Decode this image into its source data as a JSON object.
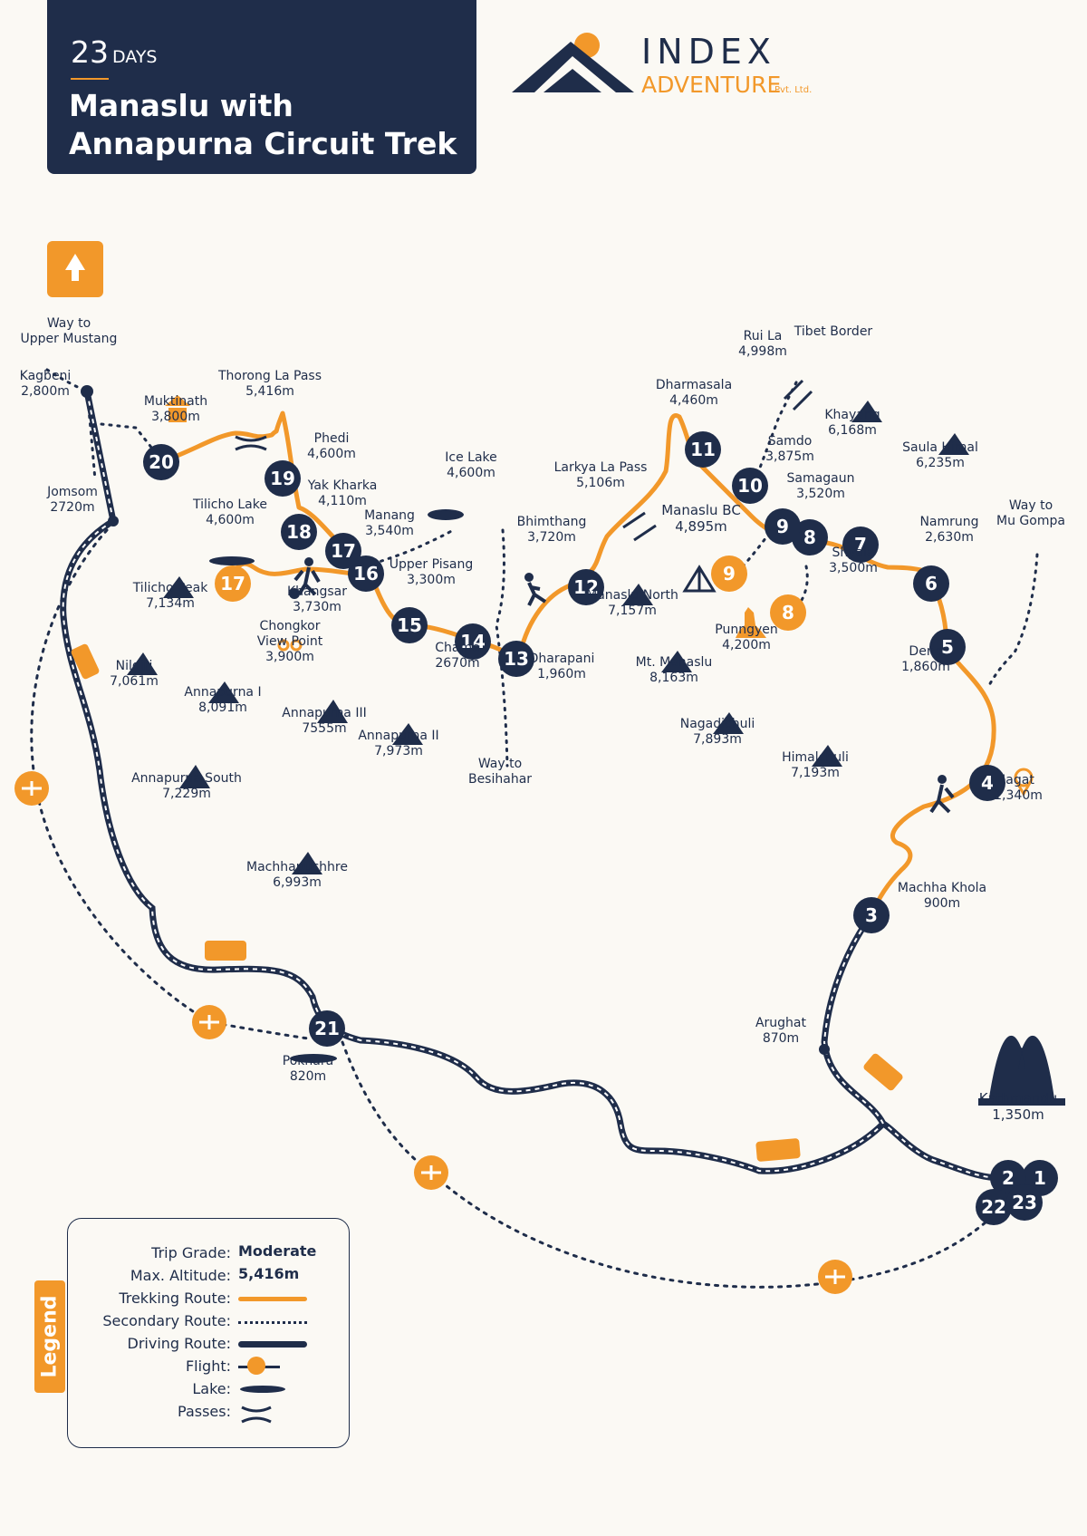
{
  "header": {
    "days_number": "23",
    "days_unit": "DAYS",
    "title_line1": "Manaslu with",
    "title_line2": "Annapurna Circuit Trek"
  },
  "logo": {
    "word1": "INDEX",
    "word2": "ADVENTURE",
    "suffix": "Pvt. Ltd."
  },
  "north_icon": "up-arrow-icon",
  "colors": {
    "navy": "#1f2d4a",
    "orange": "#f2982a",
    "background": "#fbf9f4"
  },
  "stops": [
    "1",
    "2",
    "3",
    "4",
    "5",
    "6",
    "7",
    "8",
    "9",
    "10",
    "11",
    "12",
    "13",
    "14",
    "15",
    "16",
    "17",
    "18",
    "19",
    "20",
    "21",
    "22",
    "23"
  ],
  "places": [
    {
      "id": "upper-mustang",
      "name": "Way to\nUpper Mustang",
      "alt": ""
    },
    {
      "id": "kagbeni",
      "name": "Kagbeni",
      "alt": "2,800m"
    },
    {
      "id": "muktinath",
      "name": "Muktinath",
      "alt": "3,800m"
    },
    {
      "id": "thorong-la",
      "name": "Thorong La Pass",
      "alt": "5,416m"
    },
    {
      "id": "phedi",
      "name": "Phedi",
      "alt": "4,600m"
    },
    {
      "id": "yak-kharka",
      "name": "Yak Kharka",
      "alt": "4,110m"
    },
    {
      "id": "manang",
      "name": "Manang",
      "alt": "3,540m"
    },
    {
      "id": "ice-lake",
      "name": "Ice Lake",
      "alt": "4,600m"
    },
    {
      "id": "jomsom",
      "name": "Jomsom",
      "alt": "2720m"
    },
    {
      "id": "tilicho-lake",
      "name": "Tilicho Lake",
      "alt": "4,600m"
    },
    {
      "id": "tilicho-peak",
      "name": "Tilicho Peak",
      "alt": "7,134m"
    },
    {
      "id": "khangsar",
      "name": "Khangsar",
      "alt": "3,730m"
    },
    {
      "id": "upper-pisang",
      "name": "Upper Pisang",
      "alt": "3,300m"
    },
    {
      "id": "chongkor",
      "name": "Chongkor\nView Point",
      "alt": "3,900m"
    },
    {
      "id": "chame",
      "name": "Chame",
      "alt": "2670m"
    },
    {
      "id": "nilgiri",
      "name": "Nilgiri",
      "alt": "7,061m"
    },
    {
      "id": "annapurna-1",
      "name": "Annapurna I",
      "alt": "8,091m"
    },
    {
      "id": "annapurna-3",
      "name": "Annapurna III",
      "alt": "7555m"
    },
    {
      "id": "annapurna-2",
      "name": "Annapurna II",
      "alt": "7,973m"
    },
    {
      "id": "annapurna-south",
      "name": "Annapurna South",
      "alt": "7,229m"
    },
    {
      "id": "besihahar",
      "name": "Way to\nBesihahar",
      "alt": ""
    },
    {
      "id": "machhapuchhre",
      "name": "Machhapuchhre",
      "alt": "6,993m"
    },
    {
      "id": "pokhara",
      "name": "Pokhara",
      "alt": "820m"
    },
    {
      "id": "tibet",
      "name": "Tibet Border",
      "alt": ""
    },
    {
      "id": "rui-la",
      "name": "Rui La",
      "alt": "4,998m"
    },
    {
      "id": "dharmasala",
      "name": "Dharmasala",
      "alt": "4,460m"
    },
    {
      "id": "khayang",
      "name": "Khayang",
      "alt": "6,168m"
    },
    {
      "id": "saula",
      "name": "Saula Himal",
      "alt": "6,235m"
    },
    {
      "id": "samdo",
      "name": "Samdo",
      "alt": "3,875m"
    },
    {
      "id": "larkya",
      "name": "Larkya La Pass",
      "alt": "5,106m"
    },
    {
      "id": "samagaun",
      "name": "Samagaun",
      "alt": "3,520m"
    },
    {
      "id": "bhimthang",
      "name": "Bhimthang",
      "alt": "3,720m"
    },
    {
      "id": "manaslu-bc",
      "name": "Manaslu BC",
      "alt": "4,895m"
    },
    {
      "id": "namrung",
      "name": "Namrung",
      "alt": "2,630m"
    },
    {
      "id": "mu-gompa",
      "name": "Way to\nMu Gompa",
      "alt": ""
    },
    {
      "id": "shyala",
      "name": "Shyala",
      "alt": "3,500m"
    },
    {
      "id": "manaslu-north",
      "name": "Manaslu North",
      "alt": "7,157m"
    },
    {
      "id": "punngyen",
      "name": "Punngyen",
      "alt": "4,200m"
    },
    {
      "id": "dharapani",
      "name": "Dharapani",
      "alt": "1,960m"
    },
    {
      "id": "mt-manaslu",
      "name": "Mt. Manaslu",
      "alt": "8,163m"
    },
    {
      "id": "deng",
      "name": "Deng",
      "alt": "1,860m"
    },
    {
      "id": "nagadichuli",
      "name": "Nagadichuli",
      "alt": "7,893m"
    },
    {
      "id": "himalchuli",
      "name": "Himalchuli",
      "alt": "7,193m"
    },
    {
      "id": "jagat",
      "name": "Jagat",
      "alt": "1,340m"
    },
    {
      "id": "machha-khola",
      "name": "Machha Khola",
      "alt": "900m"
    },
    {
      "id": "arughat",
      "name": "Arughat",
      "alt": "870m"
    },
    {
      "id": "kathmandu",
      "name": "Kathmandu",
      "alt": "1,350m"
    }
  ],
  "icons": {
    "peak": "mountain-peak-icon",
    "pass": "pass-icon",
    "bus": "bus-icon",
    "flight": "flight-icon",
    "hiker": "hiker-icon",
    "camp": "tent-icon",
    "stupa": "stupa-icon",
    "pin": "location-pin-icon",
    "binoculars": "binoculars-icon",
    "temple": "temple-icon"
  },
  "legend": {
    "tab": "Legend",
    "trip_grade_label": "Trip Grade:",
    "trip_grade": "Moderate",
    "max_alt_label": "Max. Altitude:",
    "max_alt": "5,416m",
    "trekking_label": "Trekking Route:",
    "secondary_label": "Secondary Route:",
    "driving_label": "Driving Route:",
    "flight_label": "Flight:",
    "lake_label": "Lake:",
    "passes_label": "Passes:"
  }
}
